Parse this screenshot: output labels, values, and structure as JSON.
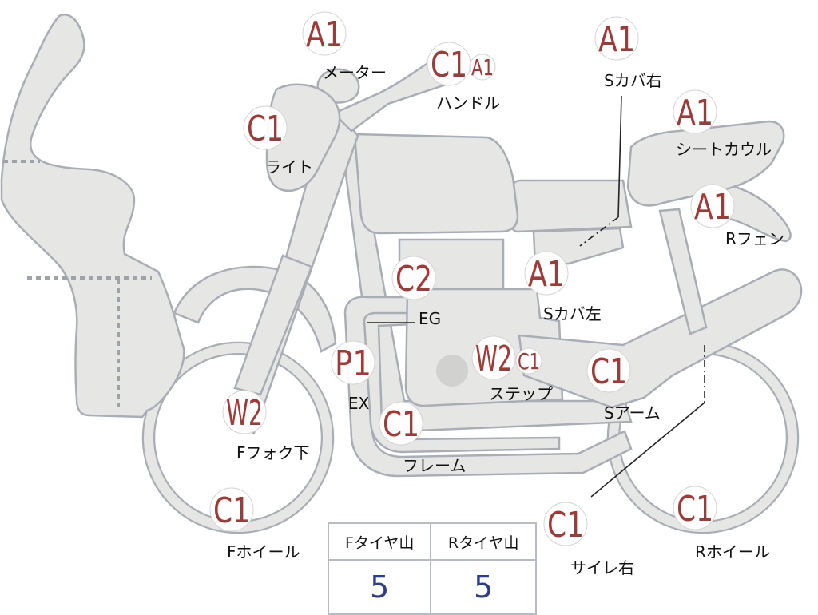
{
  "parts": [
    {
      "code": "A1",
      "label": "メーター"
    },
    {
      "code": "C1",
      "sub_code": "A1",
      "label": "ハンドル"
    },
    {
      "code": "A1",
      "label": "Sカバ右"
    },
    {
      "code": "A1",
      "label": "シートカウル"
    },
    {
      "code": "C1",
      "label": "ライト"
    },
    {
      "code": "A1",
      "label": "Rフェン"
    },
    {
      "code": "C2",
      "label": "EG"
    },
    {
      "code": "A1",
      "label": "Sカバ左"
    },
    {
      "code": "P1",
      "label": "EX"
    },
    {
      "code": "W2",
      "sub_code": "C1",
      "label": "ステップ"
    },
    {
      "code": "C1",
      "label": "Sアーム"
    },
    {
      "code": "W2",
      "label": "Fフォク下"
    },
    {
      "code": "C1",
      "label": "フレーム"
    },
    {
      "code": "C1",
      "label": "Fホイール"
    },
    {
      "code": "C1",
      "label": "サイレ右"
    },
    {
      "code": "C1",
      "label": "Rホイール"
    }
  ],
  "tire_table": {
    "headers": [
      "Fタイヤ山",
      "Rタイヤ山"
    ],
    "values": [
      "5",
      "5"
    ]
  },
  "colors": {
    "code_text": "#a13a36",
    "part_fill": "#e6e6e4",
    "part_outline": "#a9aeb6",
    "tire_value": "#2e3e86"
  }
}
